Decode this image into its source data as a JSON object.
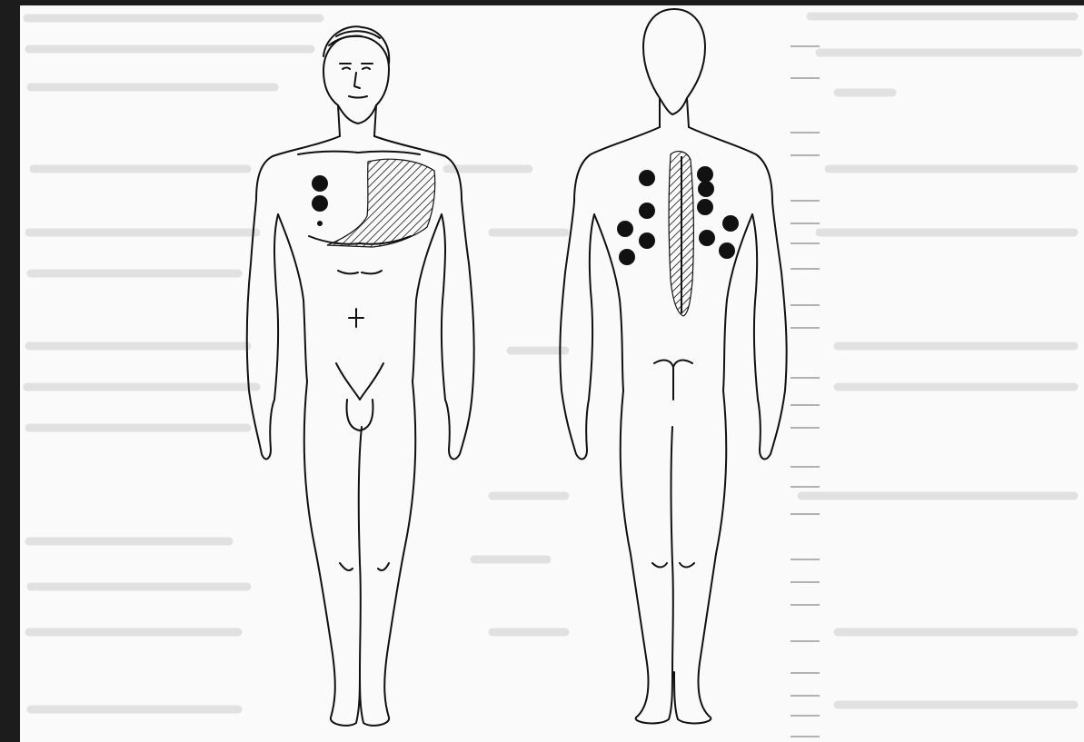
{
  "illustration": {
    "views": [
      "front",
      "back"
    ],
    "front_marks": {
      "dots": 3,
      "hatched_region": "left-chest"
    },
    "back_marks": {
      "dots": 11,
      "hatched_region": "spine-strip"
    }
  },
  "colors": {
    "paper": "#fafafa",
    "frame": "#1c1c1c",
    "ink": "#111111",
    "bleed_through": "#d8d8d8"
  }
}
